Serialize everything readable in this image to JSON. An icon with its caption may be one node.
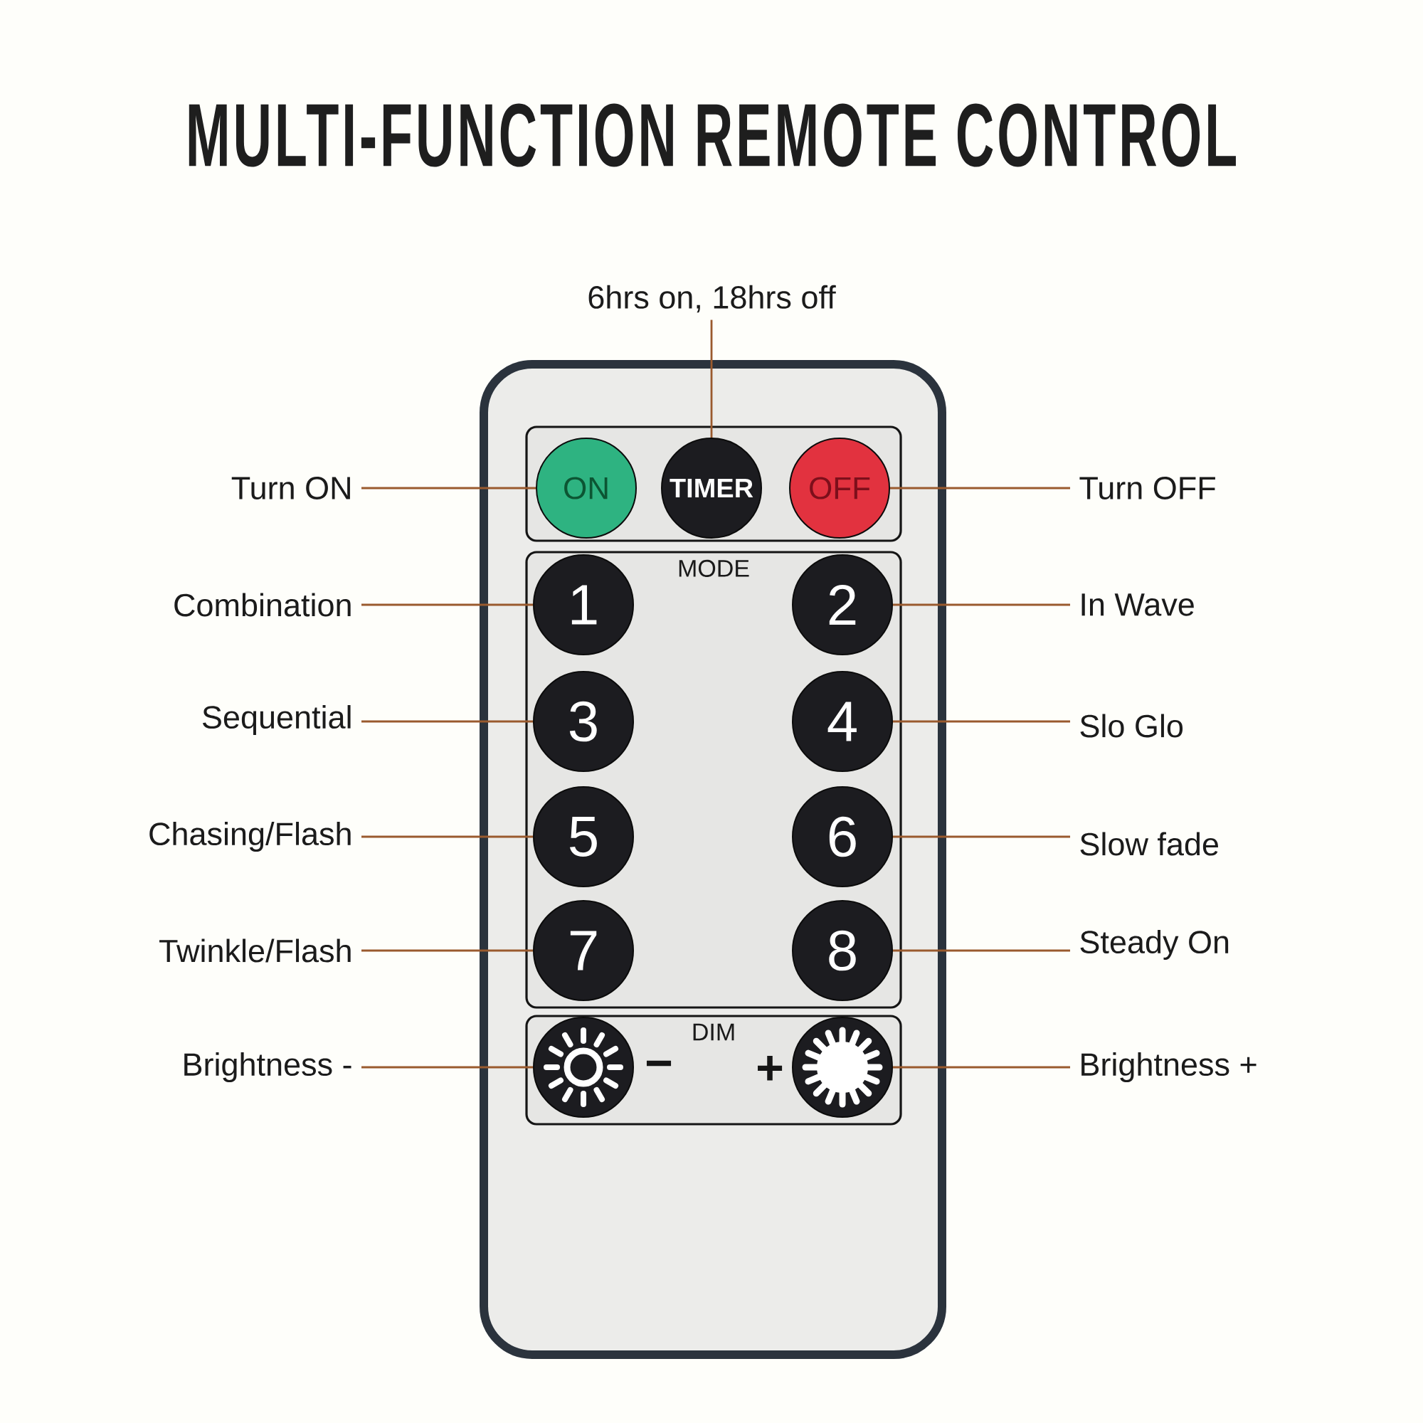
{
  "diagram": {
    "title": "MULTI-FUNCTION REMOTE CONTROL",
    "nodes": [
      {
        "text": [],
        "shape": "box"
      },
      {
        "text": [],
        "shape": "box",
        "in": 0
      },
      {
        "text": [
          "ON"
        ],
        "in": 1
      },
      {
        "text": [
          "TIMER"
        ],
        "in": 1
      },
      {
        "text": [
          "OFF"
        ],
        "in": 1
      },
      {
        "text": [
          "MODE"
        ],
        "in": 0
      },
      {
        "text": [
          "1"
        ],
        "in": 5
      },
      {
        "text": [
          "2"
        ],
        "in": 5
      },
      {
        "text": [
          "3"
        ],
        "in": 5
      },
      {
        "text": [
          "4"
        ],
        "in": 5
      },
      {
        "text": [
          "5"
        ],
        "in": 5
      },
      {
        "text": [
          "6"
        ],
        "in": 5
      },
      {
        "text": [
          "7"
        ],
        "in": 5
      },
      {
        "text": [
          "8"
        ],
        "in": 5
      },
      {
        "text": [
          "DIM"
        ],
        "in": 0
      },
      {
        "text": [],
        "shape": "circle",
        "in": 14,
        "beside": [
          "−"
        ]
      },
      {
        "text": [],
        "shape": "circle",
        "in": 14,
        "beside": [
          "+"
        ]
      },
      {
        "text": [
          "6hrs on, 18hrs off"
        ]
      },
      {
        "text": [
          "Turn ON"
        ]
      },
      {
        "text": [
          "Turn OFF"
        ]
      },
      {
        "text": [
          "Combination"
        ]
      },
      {
        "text": [
          "In Wave"
        ]
      },
      {
        "text": [
          "Sequential"
        ]
      },
      {
        "text": [
          "Slo Glo"
        ]
      },
      {
        "text": [
          "Chasing/Flash"
        ]
      },
      {
        "text": [
          "Slow fade"
        ]
      },
      {
        "text": [
          "Twinkle/Flash"
        ]
      },
      {
        "text": [
          "Steady On"
        ]
      },
      {
        "text": [
          "Brightness -"
        ]
      },
      {
        "text": [
          "Brightness +"
        ]
      }
    ],
    "edges": [
      {
        "from": 17,
        "to": 3,
        "arrow": "none"
      },
      {
        "from": 18,
        "to": 2,
        "arrow": "none"
      },
      {
        "from": 19,
        "to": 4,
        "arrow": "none"
      },
      {
        "from": 20,
        "to": 6,
        "arrow": "none"
      },
      {
        "from": 21,
        "to": 7,
        "arrow": "none"
      },
      {
        "from": 22,
        "to": 8,
        "arrow": "none"
      },
      {
        "from": 23,
        "to": 9,
        "arrow": "none"
      },
      {
        "from": 24,
        "to": 10,
        "arrow": "none"
      },
      {
        "from": 25,
        "to": 11,
        "arrow": "none"
      },
      {
        "from": 26,
        "to": 12,
        "arrow": "none"
      },
      {
        "from": 27,
        "to": 13,
        "arrow": "none"
      },
      {
        "from": 28,
        "to": 15,
        "arrow": "none"
      },
      {
        "from": 29,
        "to": 16,
        "arrow": "none"
      }
    ]
  }
}
